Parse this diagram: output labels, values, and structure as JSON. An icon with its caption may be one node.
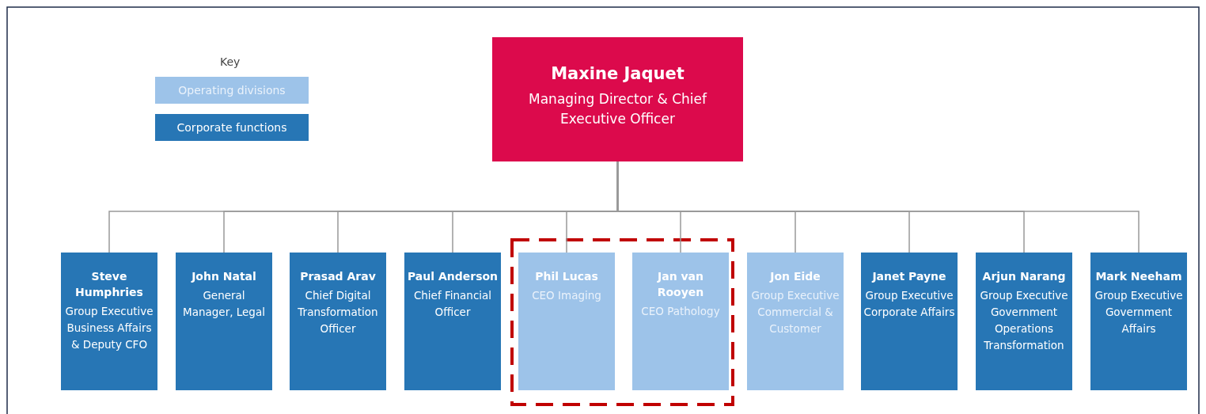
{
  "diagram": {
    "nodes": [
      {
        "text": [
          "Maxine Jaquet",
          "Managing Director & Chief Executive Officer"
        ]
      },
      {
        "text": [
          "Steve Humphries",
          "Group Executive Business Affairs & Deputy CFO"
        ]
      },
      {
        "text": [
          "John Natal",
          "General Manager, Legal"
        ]
      },
      {
        "text": [
          "Prasad Arav",
          "Chief Digital Transformation Officer"
        ]
      },
      {
        "text": [
          "Paul Anderson",
          "Chief Financial Officer"
        ]
      },
      {
        "text": [
          "Phil Lucas",
          "CEO Imaging"
        ]
      },
      {
        "text": [
          "Jan van Rooyen",
          "CEO Pathology"
        ]
      },
      {
        "text": [
          "Jon Eide",
          "Group Executive Commercial & Customer"
        ]
      },
      {
        "text": [
          "Janet Payne",
          "Group Executive Corporate Affairs"
        ]
      },
      {
        "text": [
          "Arjun Narang",
          "Group Executive Government Operations Transformation"
        ]
      },
      {
        "text": [
          "Mark Neeham",
          "Group Executive Government Affairs"
        ]
      }
    ],
    "edges": [
      {
        "from": 0,
        "to": 1,
        "arrow": "none"
      },
      {
        "from": 0,
        "to": 2,
        "arrow": "none"
      },
      {
        "from": 0,
        "to": 3,
        "arrow": "none"
      },
      {
        "from": 0,
        "to": 4,
        "arrow": "none"
      },
      {
        "from": 0,
        "to": 5,
        "arrow": "none"
      },
      {
        "from": 0,
        "to": 6,
        "arrow": "none"
      },
      {
        "from": 0,
        "to": 7,
        "arrow": "none"
      },
      {
        "from": 0,
        "to": 8,
        "arrow": "none"
      },
      {
        "from": 0,
        "to": 9,
        "arrow": "none"
      },
      {
        "from": 0,
        "to": 10,
        "arrow": "none"
      }
    ],
    "labels": [
      "Key"
    ],
    "legend": [
      {
        "text": "Operating divisions",
        "color": "#9dc3e9"
      },
      {
        "text": "Corporate functions",
        "color": "#2776b5"
      }
    ]
  }
}
